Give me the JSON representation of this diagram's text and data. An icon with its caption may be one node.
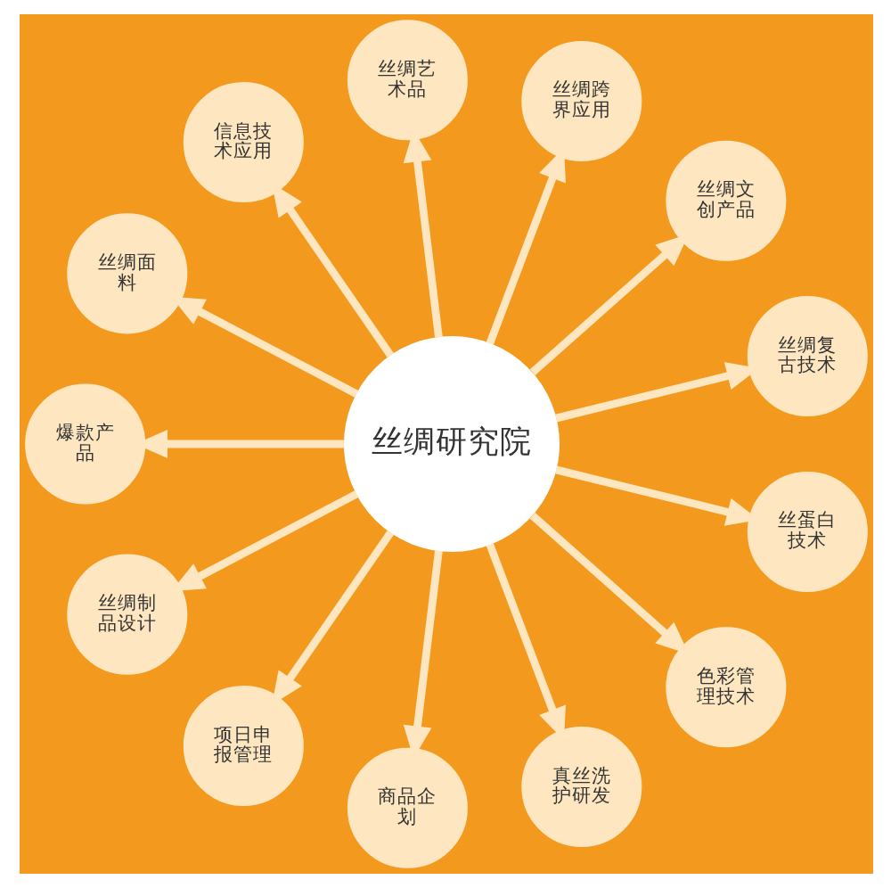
{
  "diagram": {
    "nodes": [
      {
        "text": [
          "丝绸研究院"
        ]
      },
      {
        "text": [
          "丝绸复古技术"
        ]
      },
      {
        "text": [
          "丝绸文创产品"
        ]
      },
      {
        "text": [
          "丝绸跨界应用"
        ]
      },
      {
        "text": [
          "丝绸艺术品"
        ]
      },
      {
        "text": [
          "信息技术应用"
        ]
      },
      {
        "text": [
          "丝绸面料"
        ]
      },
      {
        "text": [
          "爆款产品"
        ]
      },
      {
        "text": [
          "丝绸制品设计"
        ]
      },
      {
        "text": [
          "项日申报管理"
        ]
      },
      {
        "text": [
          "商品企划"
        ]
      },
      {
        "text": [
          "真丝洗护研发"
        ]
      },
      {
        "text": [
          "色彩管理技术"
        ]
      },
      {
        "text": [
          "丝蛋白技术"
        ]
      }
    ],
    "edges": [
      {
        "from": 0,
        "to": 1,
        "arrow": "to"
      },
      {
        "from": 0,
        "to": 2,
        "arrow": "to"
      },
      {
        "from": 0,
        "to": 3,
        "arrow": "to"
      },
      {
        "from": 0,
        "to": 4,
        "arrow": "to"
      },
      {
        "from": 0,
        "to": 5,
        "arrow": "to"
      },
      {
        "from": 0,
        "to": 6,
        "arrow": "to"
      },
      {
        "from": 0,
        "to": 7,
        "arrow": "to"
      },
      {
        "from": 0,
        "to": 8,
        "arrow": "to"
      },
      {
        "from": 0,
        "to": 9,
        "arrow": "to"
      },
      {
        "from": 0,
        "to": 10,
        "arrow": "to"
      },
      {
        "from": 0,
        "to": 11,
        "arrow": "to"
      },
      {
        "from": 0,
        "to": 12,
        "arrow": "to"
      },
      {
        "from": 0,
        "to": 13,
        "arrow": "to"
      }
    ]
  }
}
